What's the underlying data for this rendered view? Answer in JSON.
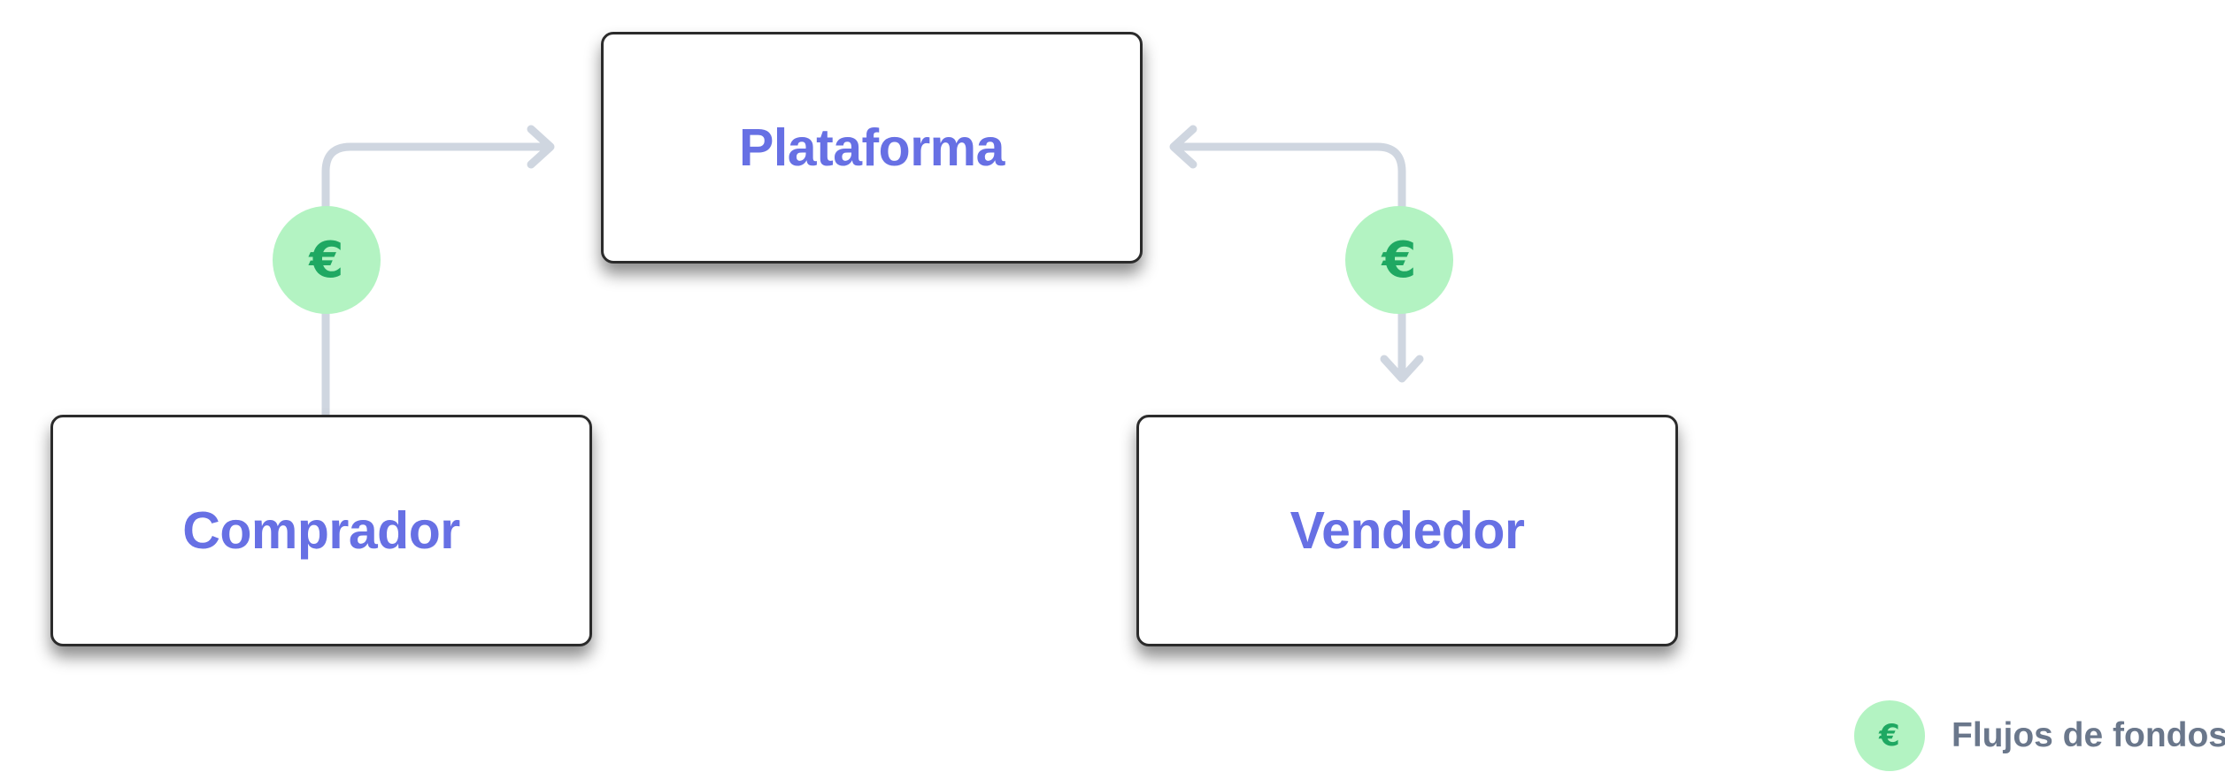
{
  "nodes": {
    "platform": "Plataforma",
    "buyer": "Comprador",
    "seller": "Vendedor"
  },
  "flows": [
    {
      "from": "Comprador",
      "to": "Plataforma",
      "symbol": "€"
    },
    {
      "from": "Plataforma",
      "to": "Vendedor",
      "symbol": "€"
    }
  ],
  "legend": {
    "symbol": "€",
    "label": "Flujos de fondos"
  },
  "colors": {
    "node_text": "#6770e4",
    "node_border": "#2b2b2b",
    "connector": "#cfd6e0",
    "badge_fill": "#b3f3c2",
    "badge_symbol": "#1fa862",
    "legend_text": "#6a778b"
  },
  "icons": {
    "flow_badge": "euro-icon",
    "arrowheads": "arrow-head-icon"
  }
}
